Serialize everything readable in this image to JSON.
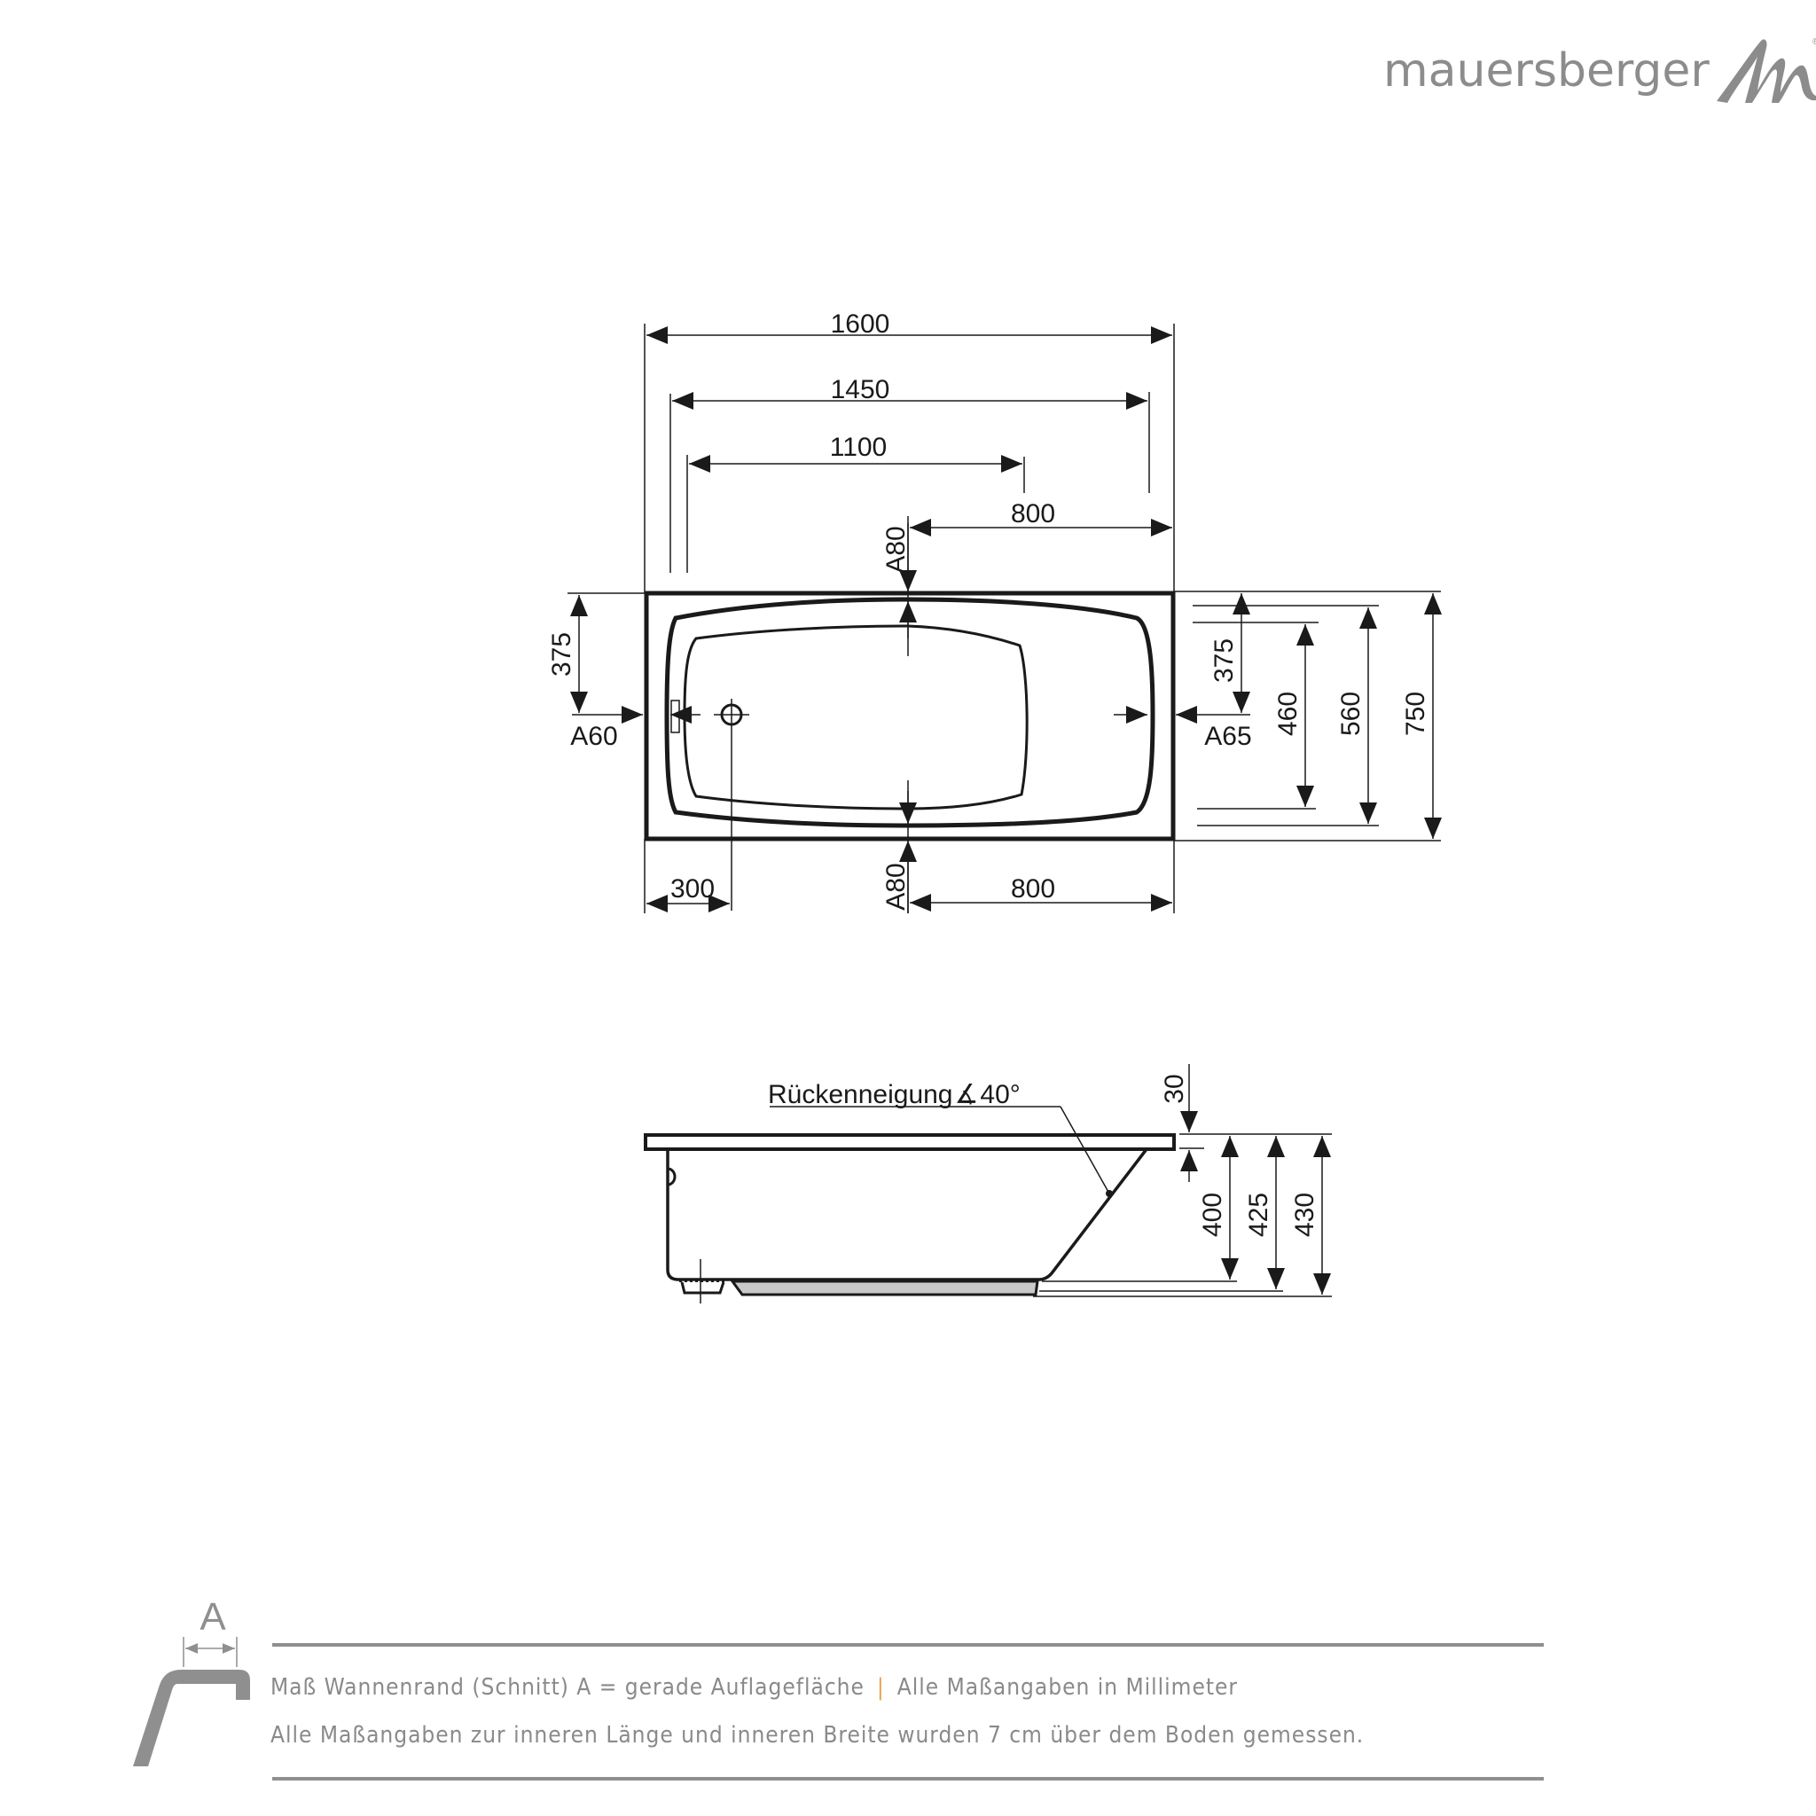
{
  "logo": {
    "text": "mauersberger",
    "mark": "M-swoosh-icon",
    "registered": "®",
    "color": "#8c8c8c"
  },
  "top_view": {
    "overall_length": "1600",
    "inner_length_top": "1450",
    "inner_length_floor": "1100",
    "center_to_end_top": "800",
    "center_to_end_bottom": "800",
    "drain_offset": "300",
    "rim_top": "A80",
    "rim_bottom": "A80",
    "rim_left": "A60",
    "rim_right": "A65",
    "left_half_width": "375",
    "right_half_width": "375",
    "inner_width_floor": "460",
    "inner_width_top": "560",
    "overall_width": "750"
  },
  "side_view": {
    "backrest_label": "Rückenneigung",
    "backrest_angle_symbol": "∡",
    "backrest_angle": "40°",
    "rim_thickness": "30",
    "depth_inner": "400",
    "depth_425": "425",
    "overall_height": "430"
  },
  "legend": {
    "profile_label": "A",
    "line1_part1": "Maß Wannenrand (Schnitt) A = gerade Auflagefläche",
    "separator": "|",
    "line1_part2": "Alle Maßangaben in Millimeter",
    "line2": "Alle Maßangaben zur inneren Länge und inneren Breite wurden 7 cm über dem Boden gemessen.",
    "text_color": "#8a8a8a",
    "accent_color": "#e8a34a"
  }
}
